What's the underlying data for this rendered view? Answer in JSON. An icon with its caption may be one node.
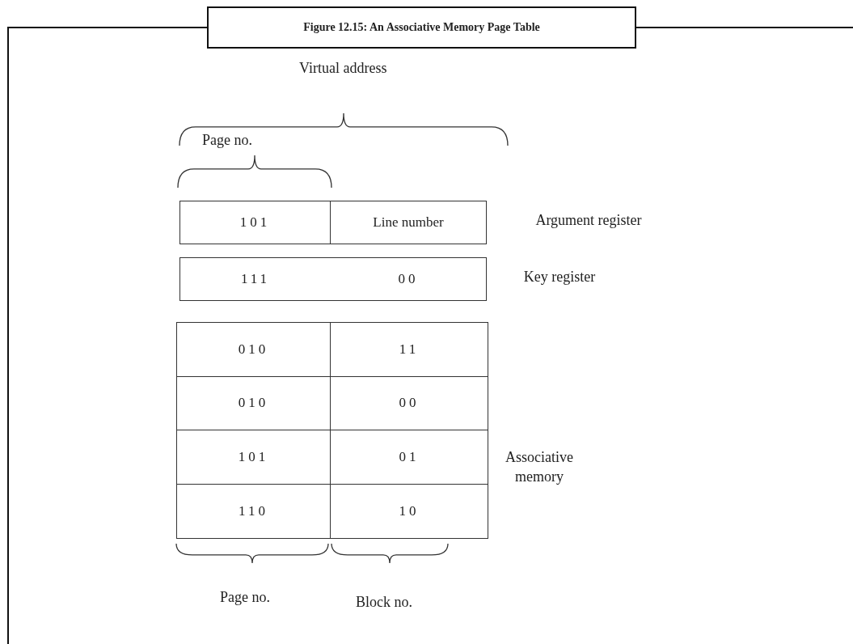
{
  "diagram": {
    "title": "Figure 12.15: An Associative Memory Page Table",
    "nodes": [
      {
        "text": [
          "101",
          "Line number"
        ],
        "beside": [
          "Argument register"
        ]
      },
      {
        "text": [
          "111",
          "00"
        ],
        "beside": [
          "Key register"
        ]
      },
      {
        "text": [
          "010",
          "11",
          "010",
          "00",
          "101",
          "01",
          "110",
          "10"
        ],
        "beside": [
          "Associative memory"
        ]
      }
    ],
    "labels": [
      "Virtual address",
      "Page no.",
      "Page no.",
      "Block no."
    ]
  }
}
